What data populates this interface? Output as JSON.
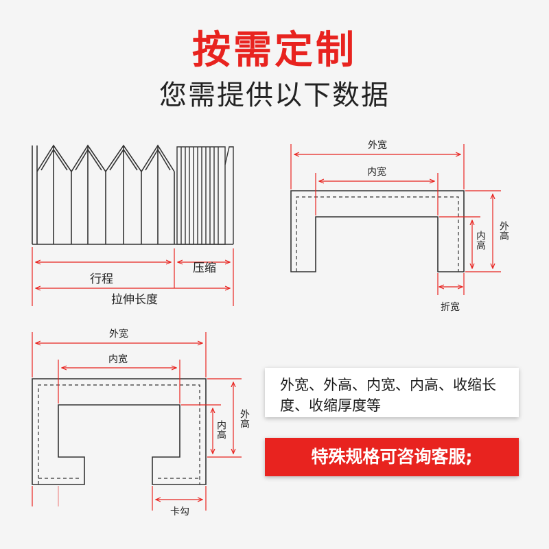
{
  "header": {
    "title": "按需定制",
    "subtitle": "您需提供以下数据"
  },
  "bellows_diagram": {
    "travel_label": "行程",
    "compressed_label": "压缩",
    "extended_length_label": "拉伸长度"
  },
  "u_profile_diagram": {
    "outer_width_label": "外宽",
    "inner_width_label": "内宽",
    "outer_height_label": "外高",
    "inner_height_label": "内高",
    "fold_width_label": "折宽"
  },
  "clip_profile_diagram": {
    "outer_width_label": "外宽",
    "inner_width_label": "内宽",
    "outer_height_label": "外高",
    "inner_height_label": "内高",
    "hook_label": "卡勾"
  },
  "info_panel": {
    "text": "外宽、外高、内宽、内高、收缩长度、收缩厚度等"
  },
  "contact_bar": {
    "text": "特殊规格可咨询客服;"
  },
  "colors": {
    "accent": "#e8231f",
    "dimension_line": "#e8231f",
    "outline": "#333333"
  }
}
